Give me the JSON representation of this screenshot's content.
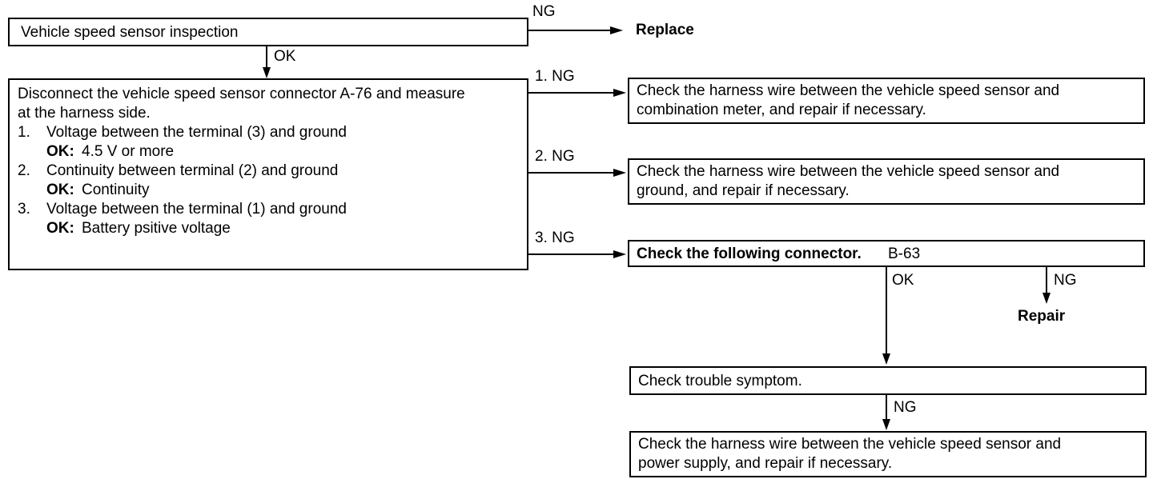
{
  "nodes": {
    "start": {
      "text": "Vehicle speed sensor inspection"
    },
    "replace": {
      "text": "Replace"
    },
    "measure": {
      "lines": [
        "Disconnect the vehicle speed sensor connector A-76 and measure",
        "at the harness side."
      ],
      "items": [
        {
          "num": "1.",
          "desc": "Voltage between the terminal (3) and ground",
          "ok_label": "OK:",
          "ok_value": "4.5 V or more"
        },
        {
          "num": "2.",
          "desc": "Continuity between terminal (2) and ground",
          "ok_label": "OK:",
          "ok_value": "Continuity"
        },
        {
          "num": "3.",
          "desc": "Voltage between the terminal (1) and ground",
          "ok_label": "OK:",
          "ok_value": "Battery psitive voltage"
        }
      ]
    },
    "check1": {
      "lines": [
        "Check the harness wire between the vehicle speed sensor and",
        "combination meter, and repair if necessary."
      ]
    },
    "check2": {
      "lines": [
        "Check the harness wire between the vehicle speed sensor and",
        "ground, and repair if necessary."
      ]
    },
    "check3": {
      "text_bold": "Check the following connector.",
      "text": "B-63"
    },
    "repair": {
      "text": "Repair"
    },
    "symptom": {
      "text": "Check trouble symptom."
    },
    "check4": {
      "lines": [
        "Check the harness wire between the vehicle speed sensor and",
        "power supply, and repair if necessary."
      ]
    }
  },
  "edges": {
    "start_ng": "NG",
    "start_ok": "OK",
    "m1_ng": "1.  NG",
    "m2_ng": "2.  NG",
    "m3_ng": "3.  NG",
    "c3_ok": "OK",
    "c3_ng": "NG",
    "sym_ng": "NG"
  }
}
